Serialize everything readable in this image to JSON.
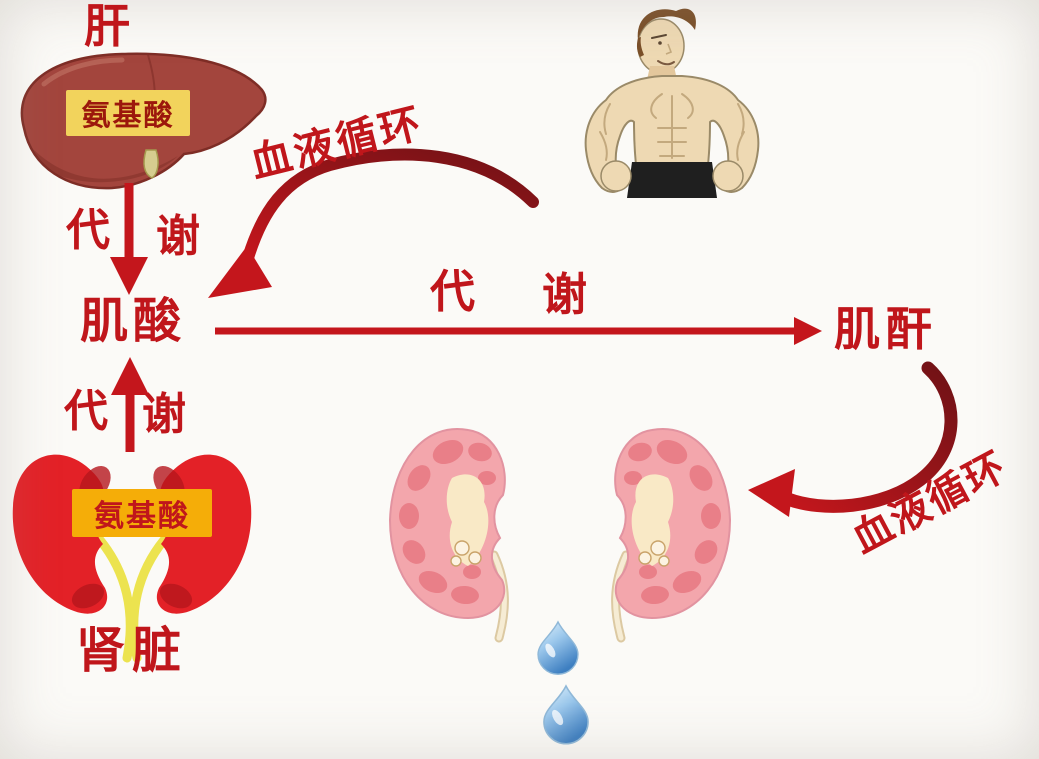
{
  "palette": {
    "background": "#fbfaf7",
    "red-text": "#c0161b",
    "arrow-red": "#c4161c",
    "arc-dark": "#6f1216",
    "liver-body": "#a3453d",
    "liver-dark": "#7e2d26",
    "amino-yellow-bg": "#f2d35c",
    "amino-orange-bg": "#f5ad08",
    "kidney-red": "#e32127",
    "kidney-dark-red": "#b5161d",
    "ureter-yellow": "#ece34f",
    "vessel-blue": "#4f9fd6",
    "xs-kidney-outer": "#f3a6ac",
    "xs-kidney-lobe": "#e97f88",
    "xs-kidney-hilum": "#f9e9c6",
    "drop-blue": "#3e7fc1",
    "skin": "#eed9b3",
    "hair-brown": "#7a4f28",
    "shorts-black": "#1f1f1f"
  },
  "organs": {
    "liver_title": "肝",
    "kidney_title": "肾脏"
  },
  "molecules": {
    "creatine": "肌酸",
    "creatinine": "肌酐",
    "amino_acid_liver": "氨基酸",
    "amino_acid_kidney": "氨基酸"
  },
  "processes": {
    "liver_metabolism_left": "代",
    "liver_metabolism_right": "谢",
    "kidney_metabolism_left": "代",
    "kidney_metabolism_right": "谢",
    "muscle_metabolism_left": "代",
    "muscle_metabolism_right": "谢",
    "blood_circulation_top": "血液循环",
    "blood_circulation_bottom": "血液循环"
  }
}
